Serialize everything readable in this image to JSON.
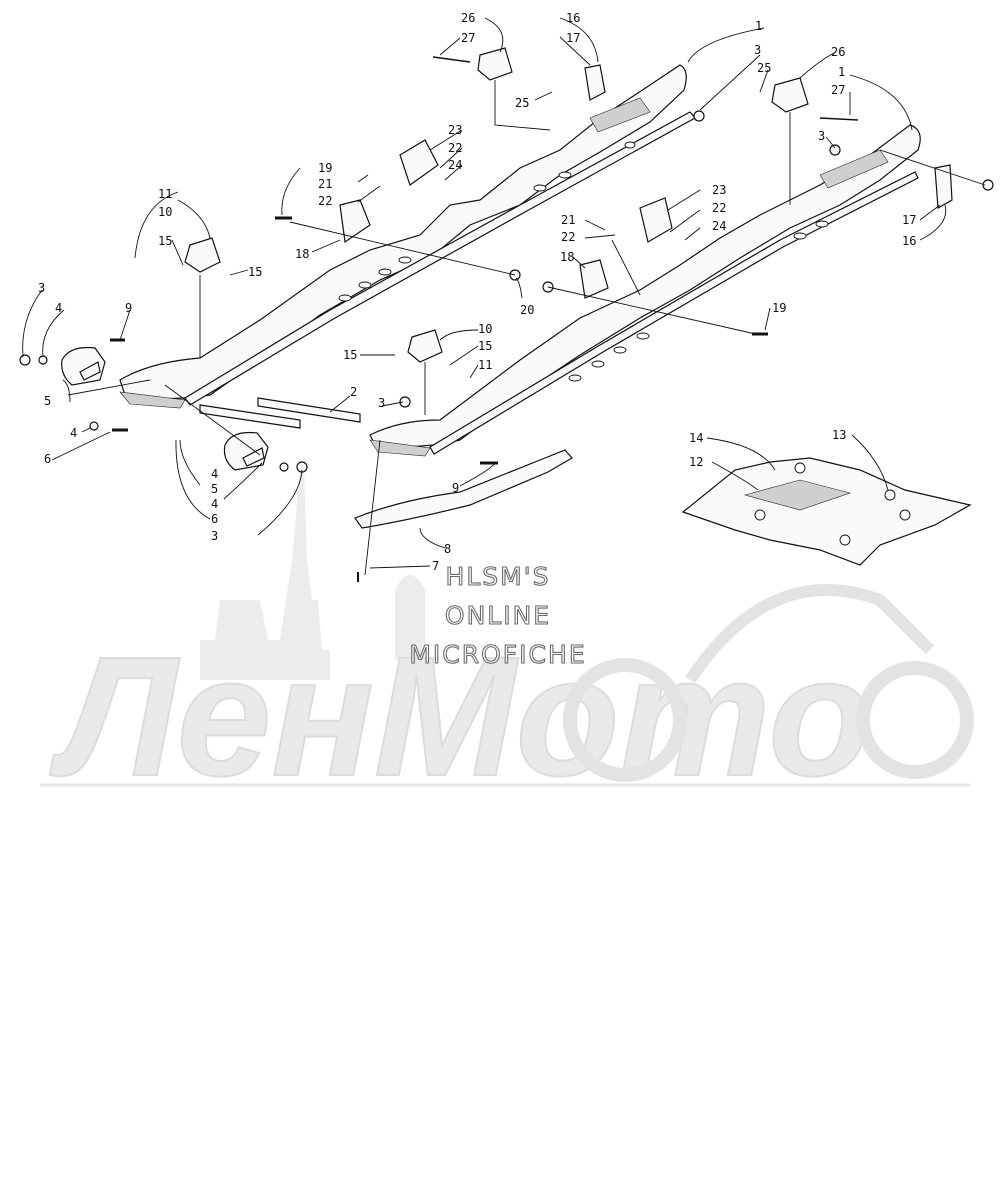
{
  "callouts": [
    {
      "id": "c1a",
      "label": "1"
    },
    {
      "id": "c1b",
      "label": "1"
    },
    {
      "id": "c2",
      "label": "2"
    },
    {
      "id": "c3a",
      "label": "3"
    },
    {
      "id": "c3b",
      "label": "3"
    },
    {
      "id": "c3c",
      "label": "3"
    },
    {
      "id": "c3d",
      "label": "3"
    },
    {
      "id": "c3e",
      "label": "3"
    },
    {
      "id": "c3f",
      "label": "3"
    },
    {
      "id": "c4a",
      "label": "4"
    },
    {
      "id": "c4b",
      "label": "4"
    },
    {
      "id": "c4c",
      "label": "4"
    },
    {
      "id": "c4d",
      "label": "4"
    },
    {
      "id": "c5a",
      "label": "5"
    },
    {
      "id": "c5b",
      "label": "5"
    },
    {
      "id": "c6a",
      "label": "6"
    },
    {
      "id": "c6b",
      "label": "6"
    },
    {
      "id": "c7",
      "label": "7"
    },
    {
      "id": "c8",
      "label": "8"
    },
    {
      "id": "c9a",
      "label": "9"
    },
    {
      "id": "c9b",
      "label": "9"
    },
    {
      "id": "c10a",
      "label": "10"
    },
    {
      "id": "c10b",
      "label": "10"
    },
    {
      "id": "c11a",
      "label": "11"
    },
    {
      "id": "c11b",
      "label": "11"
    },
    {
      "id": "c12",
      "label": "12"
    },
    {
      "id": "c13",
      "label": "13"
    },
    {
      "id": "c14",
      "label": "14"
    },
    {
      "id": "c15a",
      "label": "15"
    },
    {
      "id": "c15b",
      "label": "15"
    },
    {
      "id": "c15c",
      "label": "15"
    },
    {
      "id": "c15d",
      "label": "15"
    },
    {
      "id": "c16a",
      "label": "16"
    },
    {
      "id": "c16b",
      "label": "16"
    },
    {
      "id": "c17a",
      "label": "17"
    },
    {
      "id": "c17b",
      "label": "17"
    },
    {
      "id": "c18a",
      "label": "18"
    },
    {
      "id": "c18b",
      "label": "18"
    },
    {
      "id": "c19a",
      "label": "19"
    },
    {
      "id": "c19b",
      "label": "19"
    },
    {
      "id": "c20",
      "label": "20"
    },
    {
      "id": "c21a",
      "label": "21"
    },
    {
      "id": "c21b",
      "label": "21"
    },
    {
      "id": "c22a",
      "label": "22"
    },
    {
      "id": "c22b",
      "label": "22"
    },
    {
      "id": "c22c",
      "label": "22"
    },
    {
      "id": "c22d",
      "label": "22"
    },
    {
      "id": "c23a",
      "label": "23"
    },
    {
      "id": "c23b",
      "label": "23"
    },
    {
      "id": "c24a",
      "label": "24"
    },
    {
      "id": "c24b",
      "label": "24"
    },
    {
      "id": "c25a",
      "label": "25"
    },
    {
      "id": "c25b",
      "label": "25"
    },
    {
      "id": "c26a",
      "label": "26"
    },
    {
      "id": "c26b",
      "label": "26"
    },
    {
      "id": "c27a",
      "label": "27"
    },
    {
      "id": "c27b",
      "label": "27"
    }
  ],
  "watermark": {
    "line1": "HLSM'S",
    "line2": "ONLINE",
    "line3": "MICROFICHE",
    "logo_text": "ЛенМото"
  }
}
